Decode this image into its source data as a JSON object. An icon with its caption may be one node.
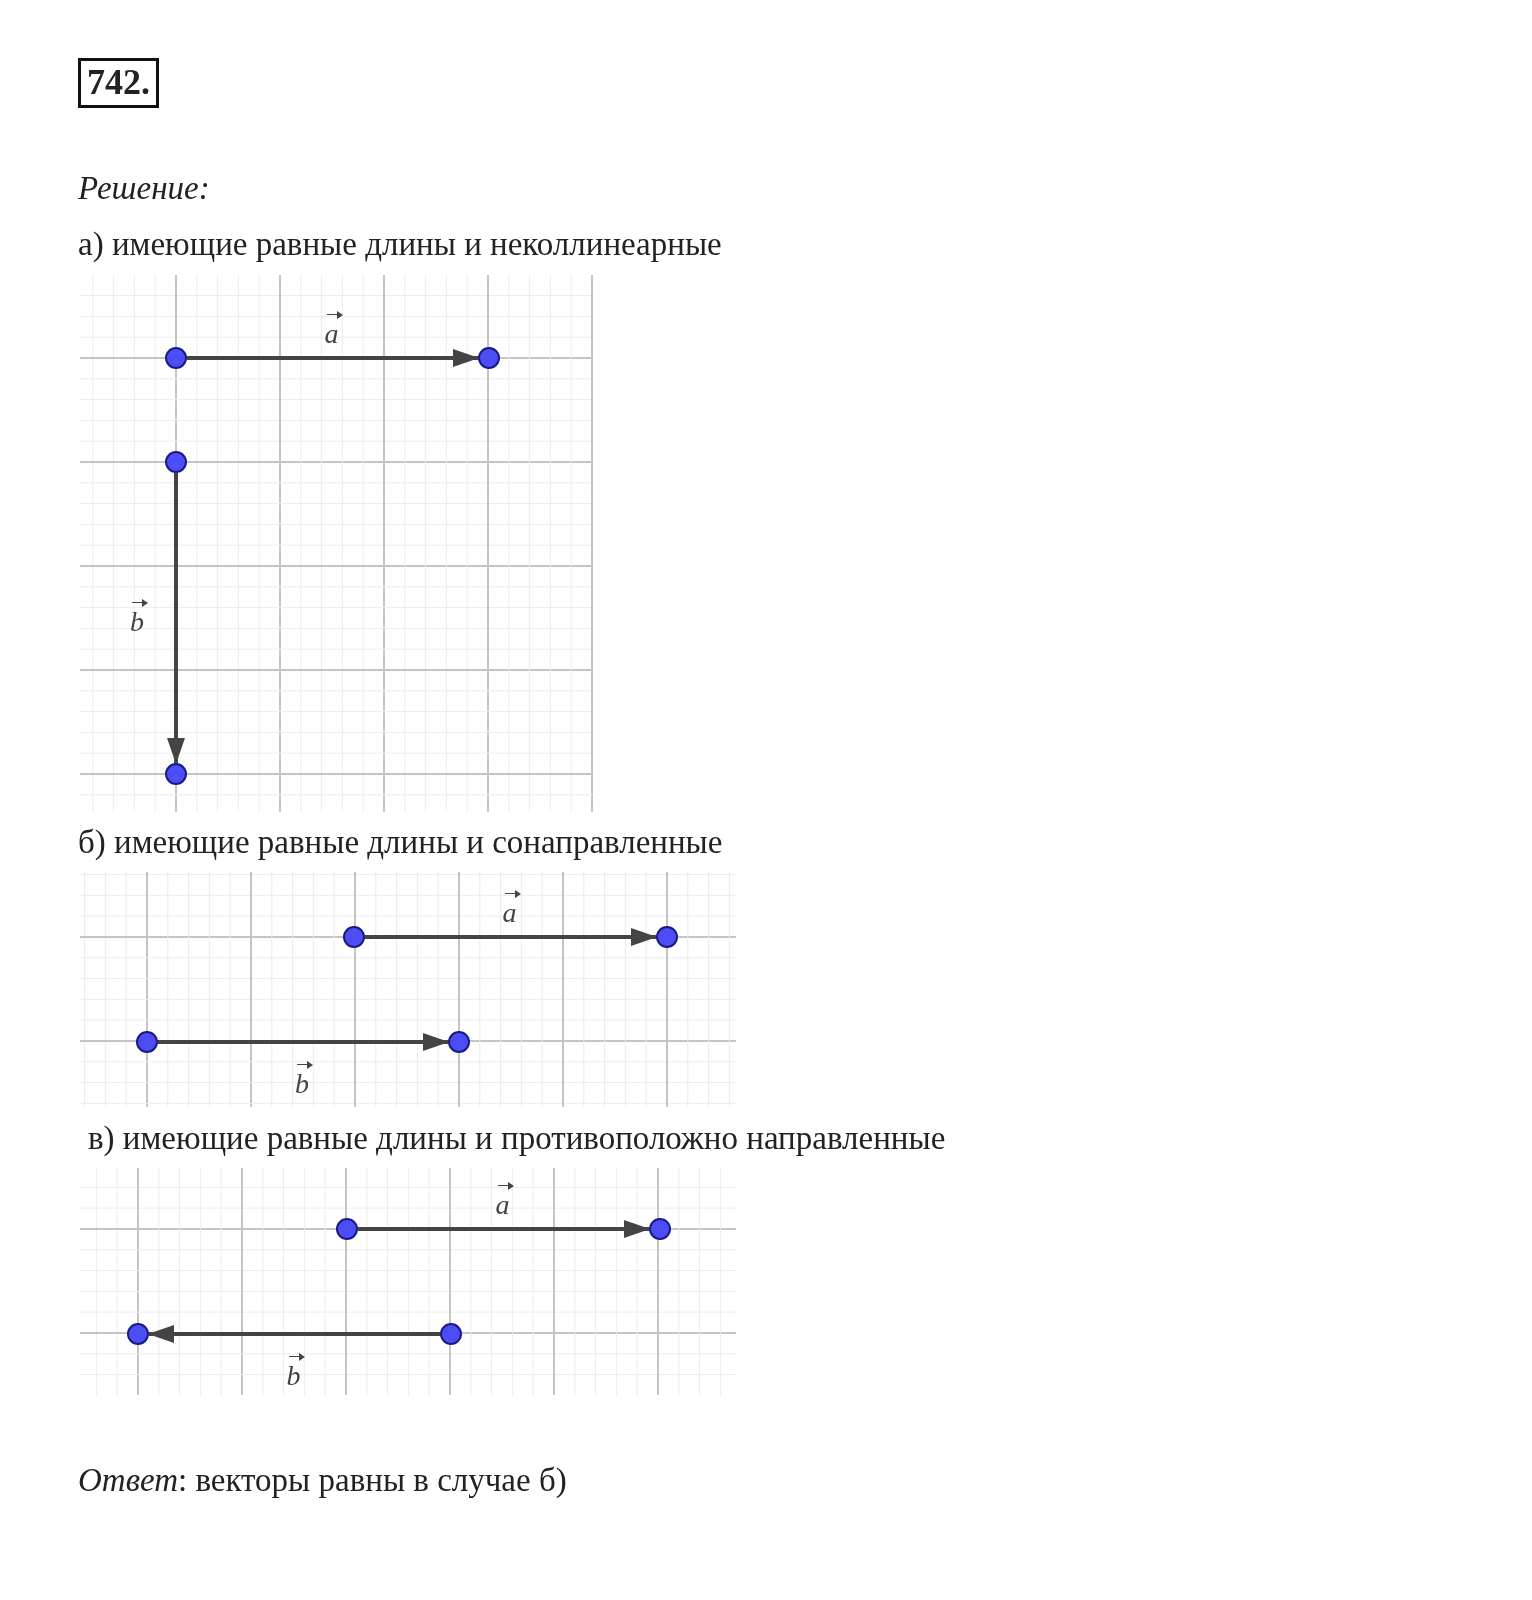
{
  "diagram": {
    "title": "742.",
    "nodes": [
      {
        "text": [],
        "shape": "circle"
      },
      {
        "text": [],
        "shape": "circle"
      },
      {
        "text": [],
        "shape": "circle"
      },
      {
        "text": [],
        "shape": "circle"
      },
      {
        "text": [],
        "shape": "circle"
      },
      {
        "text": [],
        "shape": "circle"
      },
      {
        "text": [],
        "shape": "circle"
      },
      {
        "text": [],
        "shape": "circle"
      },
      {
        "text": [],
        "shape": "circle"
      },
      {
        "text": [],
        "shape": "circle"
      },
      {
        "text": [],
        "shape": "circle"
      },
      {
        "text": [],
        "shape": "circle"
      }
    ],
    "edges": [
      {
        "from": 0,
        "to": 1,
        "arrow": "to",
        "label": "a"
      },
      {
        "from": 2,
        "to": 3,
        "arrow": "to",
        "label": "b"
      },
      {
        "from": 4,
        "to": 5,
        "arrow": "to",
        "label": "a"
      },
      {
        "from": 6,
        "to": 7,
        "arrow": "to",
        "label": "b"
      },
      {
        "from": 8,
        "to": 9,
        "arrow": "to",
        "label": "a"
      },
      {
        "from": 10,
        "to": 11,
        "arrow": "to",
        "label": "b"
      }
    ],
    "labels": [
      "Решение:",
      "а) имеющие равные длины и неколлинеарные",
      "б) имеющие равные длины и сонаправленные",
      "в) имеющие равные длины и противоположно направленные",
      "*Ответ*: векторы равны в случае б)"
    ]
  }
}
